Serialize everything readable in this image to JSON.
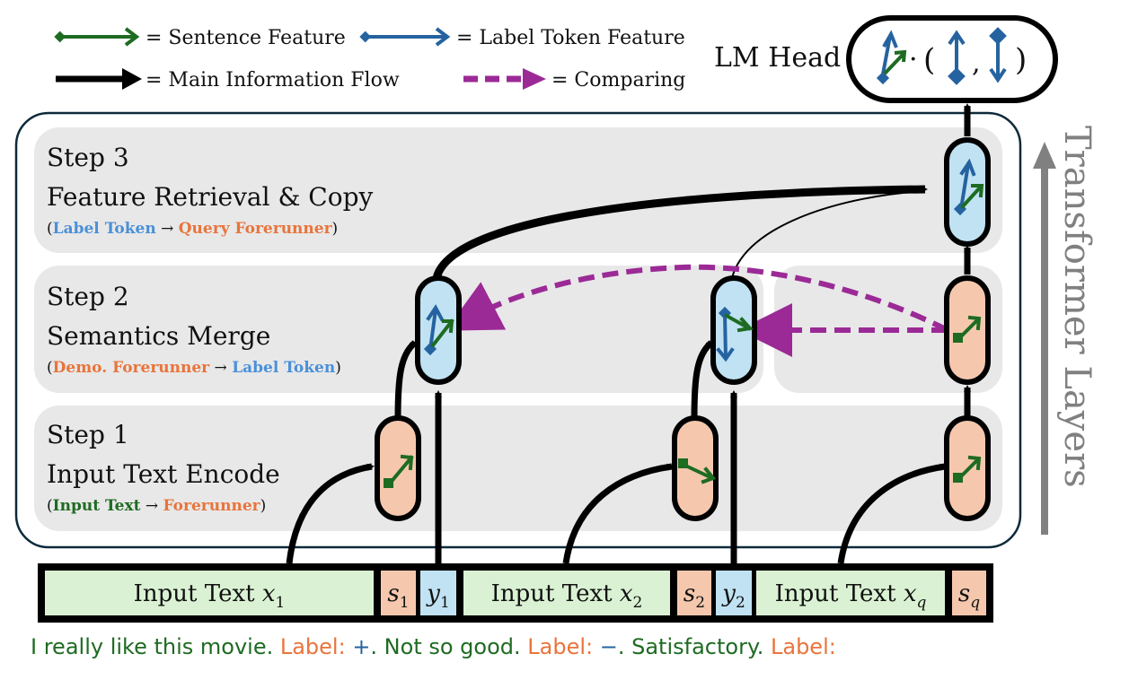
{
  "colors": {
    "sentence": "#1e6b22",
    "label": "#2563a0",
    "main": "#000000",
    "compare": "#9b2a96",
    "forerunner_fill": "#f5c8ae",
    "label_fill": "#c0e2f3",
    "input_fill": "#daf2d3",
    "step_bg": "#e8e8e8",
    "outer_border": "#0d2a3a",
    "axis_gray": "#808080",
    "orange_text": "#e8743b",
    "blue_text": "#4a90d9",
    "green_text": "#1e6b22"
  },
  "legend": {
    "sentence_feature": "= Sentence Feature",
    "label_token_feature": "= Label Token Feature",
    "main_flow": "= Main Information Flow",
    "comparing": "= Comparing"
  },
  "lm_head": {
    "label": "LM Head",
    "dot": "·",
    "open_paren": "(",
    "comma": ",",
    "close_paren": ")"
  },
  "axis": {
    "label": "Transformer Layers"
  },
  "steps": [
    {
      "title": "Step 3",
      "name": "Feature Retrieval & Copy",
      "from": "Label Token",
      "from_color": "blue",
      "arrow": " → ",
      "to": "Query Forerunner",
      "to_color": "orange"
    },
    {
      "title": "Step 2",
      "name": "Semantics Merge",
      "from": "Demo. Forerunner",
      "from_color": "orange",
      "arrow": " → ",
      "to": "Label Token",
      "to_color": "blue"
    },
    {
      "title": "Step 1",
      "name": "Input Text Encode",
      "from": "Input Text",
      "from_color": "green",
      "arrow": " → ",
      "to": "Forerunner",
      "to_color": "orange"
    }
  ],
  "paren_open": "(",
  "paren_close": ")",
  "tokens": [
    {
      "kind": "input",
      "text": "Input Text ",
      "var": "x",
      "sub": "1"
    },
    {
      "kind": "forerunner",
      "text": "",
      "var": "s",
      "sub": "1"
    },
    {
      "kind": "label",
      "text": "",
      "var": "y",
      "sub": "1"
    },
    {
      "kind": "input",
      "text": "Input Text ",
      "var": "x",
      "sub": "2"
    },
    {
      "kind": "forerunner",
      "text": "",
      "var": "s",
      "sub": "2"
    },
    {
      "kind": "label",
      "text": "",
      "var": "y",
      "sub": "2"
    },
    {
      "kind": "input",
      "text": "Input Text ",
      "var": "x",
      "sub": "q"
    },
    {
      "kind": "forerunner",
      "text": "",
      "var": "s",
      "sub": "q"
    }
  ],
  "example": {
    "s1": "I really like this movie. ",
    "l1": "Label: ",
    "v1": "+",
    "s2": ". Not so good. ",
    "l2": "Label: ",
    "v2": "−",
    "s3": ". Satisfactory. ",
    "l3": "Label:"
  }
}
